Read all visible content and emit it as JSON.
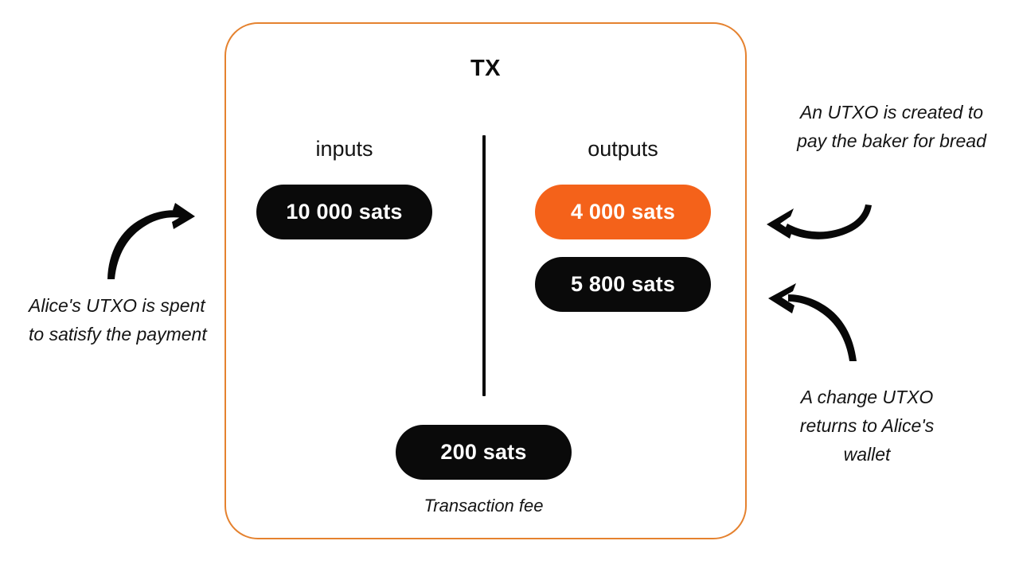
{
  "diagram": {
    "title": "TX",
    "border_color": "#e5822f",
    "accent_color": "#f4621a",
    "black_color": "#0a0a0a"
  },
  "columns": {
    "inputs_label": "inputs",
    "outputs_label": "outputs"
  },
  "inputs": [
    {
      "amount": "10 000 sats",
      "style": "black"
    }
  ],
  "outputs": [
    {
      "amount": "4 000 sats",
      "style": "orange"
    },
    {
      "amount": "5 800 sats",
      "style": "black"
    }
  ],
  "fee": {
    "amount": "200 sats",
    "caption": "Transaction fee",
    "style": "black"
  },
  "annotations": {
    "left": "Alice's UTXO is spent to satisfy the payment",
    "top_right": "An UTXO is created to pay the baker for bread",
    "bottom_right": "A change UTXO returns to Alice's wallet"
  },
  "arrows": [
    {
      "name": "arrow-to-inputs",
      "direction": "up-right"
    },
    {
      "name": "arrow-to-payment-output",
      "direction": "left"
    },
    {
      "name": "arrow-to-change-output",
      "direction": "up-left"
    }
  ]
}
